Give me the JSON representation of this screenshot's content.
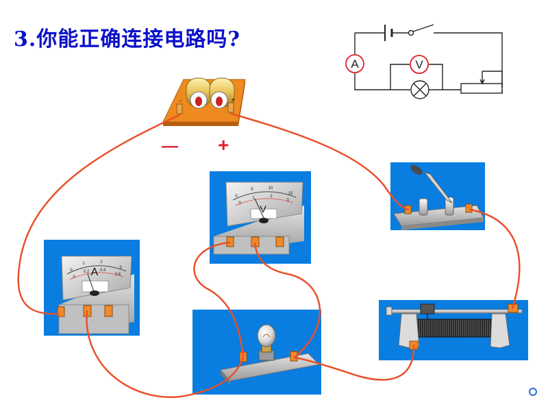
{
  "slide": {
    "title": "3.你能正确连接电路吗?"
  },
  "battery": {
    "minus_label": "—",
    "plus_label": "+",
    "terminal_minus": "-",
    "terminal_plus": "+"
  },
  "schematic": {
    "ammeter_symbol": "A",
    "voltmeter_symbol": "V"
  },
  "ammeter": {
    "letter": "A",
    "scale_ticks": [
      "0",
      "1",
      "2",
      "3",
      "0",
      "0.2",
      "0.4",
      "0.6"
    ]
  },
  "voltmeter": {
    "letter": "V",
    "scale_ticks": [
      "0",
      "5",
      "10",
      "15",
      "0",
      "1",
      "2",
      "3"
    ]
  },
  "colors": {
    "panel_blue": "#0a7de0",
    "wire_red": "#e8502a",
    "title_blue": "#0a10c8",
    "battery_board": "#ee8a1e",
    "label_red": "#e0202a"
  }
}
